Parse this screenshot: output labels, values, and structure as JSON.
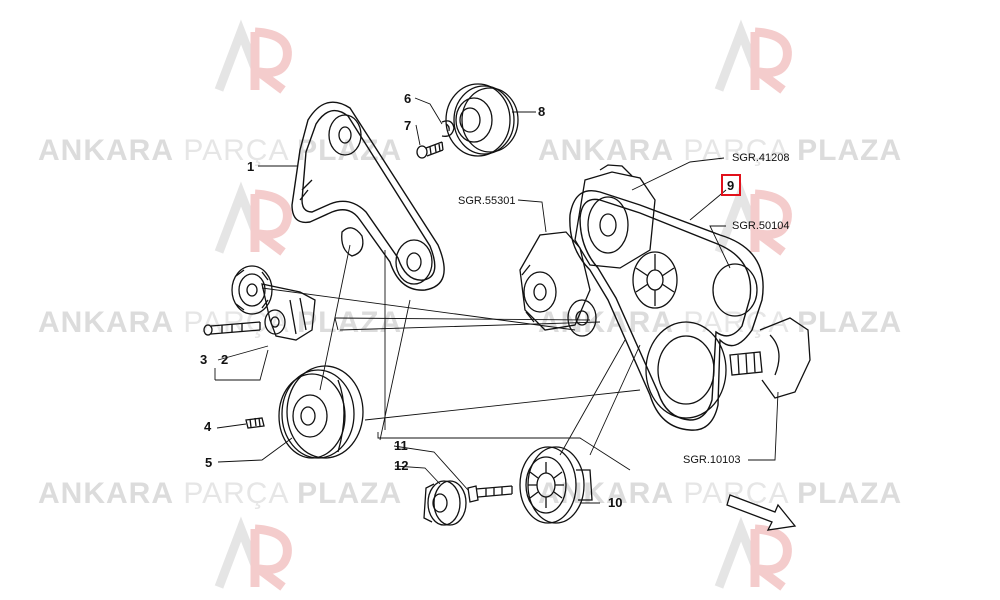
{
  "watermark": {
    "bold_word": "ANKARA",
    "light_word": "PARÇA",
    "bold_word_2": "PLAZA",
    "logo_icon": "ap-logo-icon"
  },
  "callouts": {
    "p1": "1",
    "p2": "2",
    "p3": "3",
    "p4": "4",
    "p5": "5",
    "p6": "6",
    "p7": "7",
    "p8": "8",
    "p9": "9",
    "p10": "10",
    "p11": "11",
    "p12": "12"
  },
  "refs": {
    "r41208": "SGR.41208",
    "r55301": "SGR.55301",
    "r50104": "SGR.50104",
    "r10103": "SGR.10103"
  },
  "highlight": {
    "item": "9",
    "color": "#e1111b"
  }
}
